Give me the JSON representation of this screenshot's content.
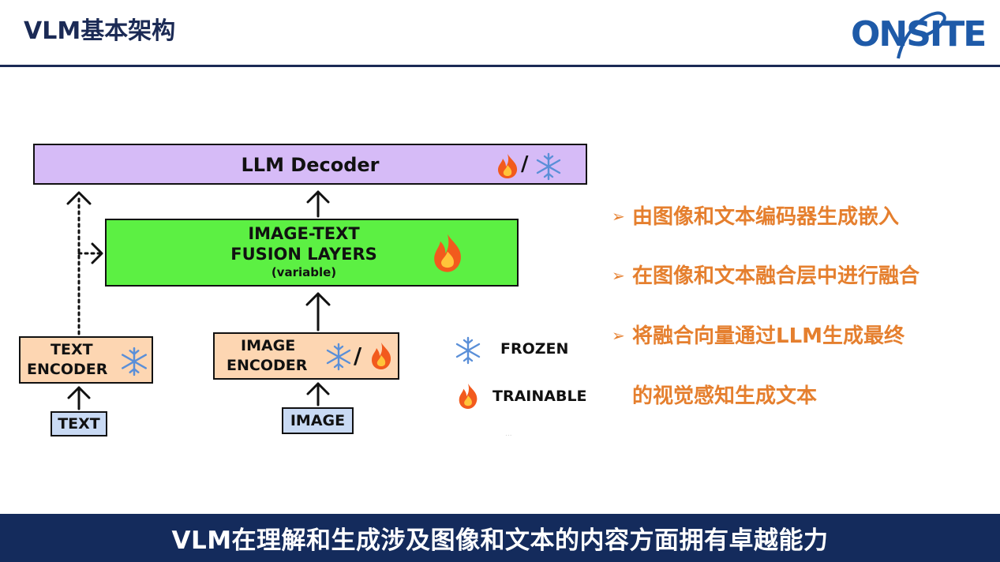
{
  "header": {
    "title": "VLM基本架构",
    "logo_text": "ONSITE"
  },
  "diagram": {
    "llm_decoder": "LLM Decoder",
    "fusion": {
      "line1": "IMAGE-TEXT",
      "line2": "FUSION LAYERS",
      "line3": "(variable)"
    },
    "text_encoder": {
      "line1": "TEXT",
      "line2": "ENCODER"
    },
    "image_encoder": {
      "line1": "IMAGE",
      "line2": "ENCODER"
    },
    "text_input": "TEXT",
    "image_input": "IMAGE",
    "slash": "/",
    "legend": {
      "frozen": "FROZEN",
      "trainable": "TRAINABLE"
    },
    "watermark": "...",
    "icons": {
      "trainable": "fire-icon",
      "frozen": "snowflake-icon"
    }
  },
  "bullets": {
    "marker": "➢",
    "items": [
      "由图像和文本编码器生成嵌入",
      "在图像和文本融合层中进行融合",
      "将融合向量通过LLM生成最终",
      "的视觉感知生成文本"
    ]
  },
  "footer": {
    "text": "VLM在理解和生成涉及图像和文本的内容方面拥有卓越能力"
  },
  "colors": {
    "navy": "#1b2a55",
    "accent_orange": "#e57f2e",
    "llm_fill": "#d6bbf7",
    "fusion_fill": "#5cf043",
    "encoder_fill": "#fdd6b2",
    "input_fill": "#c9daf4",
    "logo_blue": "#1e5aa8"
  }
}
